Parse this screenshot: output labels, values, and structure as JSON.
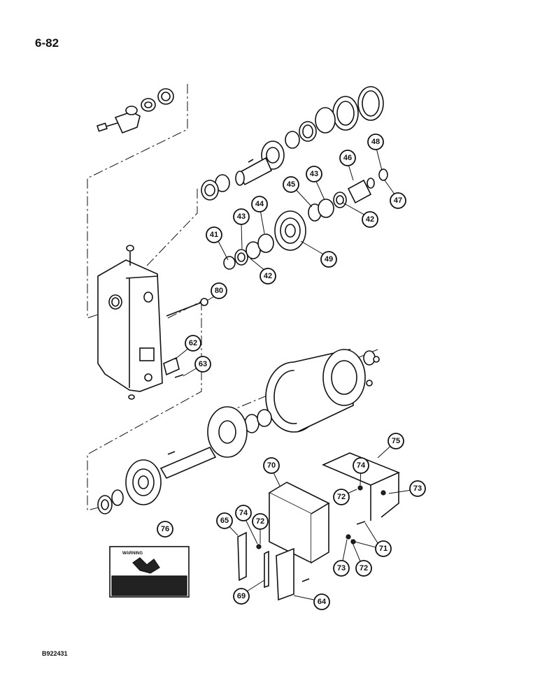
{
  "page": {
    "number": "6-82",
    "figure_code": "B922431"
  },
  "decal": {
    "heading": "WARNING"
  },
  "callouts": [
    {
      "id": "c41",
      "label": "41"
    },
    {
      "id": "c42a",
      "label": "42"
    },
    {
      "id": "c42b",
      "label": "42"
    },
    {
      "id": "c43a",
      "label": "43"
    },
    {
      "id": "c43b",
      "label": "43"
    },
    {
      "id": "c44",
      "label": "44"
    },
    {
      "id": "c45",
      "label": "45"
    },
    {
      "id": "c46",
      "label": "46"
    },
    {
      "id": "c47",
      "label": "47"
    },
    {
      "id": "c48",
      "label": "48"
    },
    {
      "id": "c49",
      "label": "49"
    },
    {
      "id": "c62",
      "label": "62"
    },
    {
      "id": "c63",
      "label": "63"
    },
    {
      "id": "c64",
      "label": "64"
    },
    {
      "id": "c65",
      "label": "65"
    },
    {
      "id": "c69",
      "label": "69"
    },
    {
      "id": "c70",
      "label": "70"
    },
    {
      "id": "c71",
      "label": "71"
    },
    {
      "id": "c72a",
      "label": "72"
    },
    {
      "id": "c72b",
      "label": "72"
    },
    {
      "id": "c72c",
      "label": "72"
    },
    {
      "id": "c73a",
      "label": "73"
    },
    {
      "id": "c73b",
      "label": "73"
    },
    {
      "id": "c74a",
      "label": "74"
    },
    {
      "id": "c74b",
      "label": "74"
    },
    {
      "id": "c75",
      "label": "75"
    },
    {
      "id": "c76",
      "label": "76"
    },
    {
      "id": "c80",
      "label": "80"
    }
  ]
}
